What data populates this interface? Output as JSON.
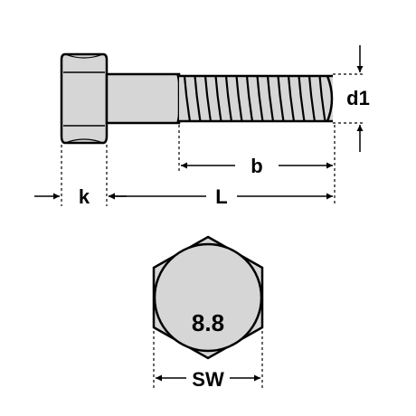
{
  "labels": {
    "head_height": "k",
    "length": "L",
    "thread_length": "b",
    "thread_diameter": "d1",
    "width_across_flats": "SW",
    "strength_class": "8.8"
  },
  "colors": {
    "line": "#000000",
    "fill": "#d6d6d6",
    "background": "#ffffff"
  }
}
